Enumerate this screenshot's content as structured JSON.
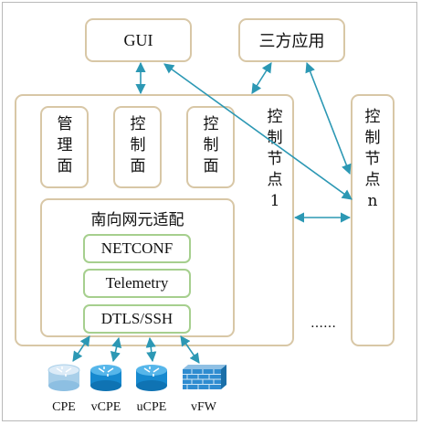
{
  "top": {
    "gui_label": "GUI",
    "third_party_label": "三方应用"
  },
  "node1": {
    "mgmt_plane": "管理面",
    "ctrl_plane_a": "控制面",
    "ctrl_plane_b": "控制面",
    "title": "控制节点1",
    "southbound": {
      "title": "南向网元适配",
      "protocols": [
        "NETCONF",
        "Telemetry",
        "DTLS/SSH"
      ]
    }
  },
  "noden": {
    "title": "控制节点n"
  },
  "ellipsis": "……",
  "devices": [
    {
      "label": "CPE",
      "icon": "router-icon"
    },
    {
      "label": "vCPE",
      "icon": "router-icon"
    },
    {
      "label": "uCPE",
      "icon": "router-icon"
    },
    {
      "label": "vFW",
      "icon": "firewall-icon"
    }
  ],
  "colors": {
    "arrow": "#2c98b4",
    "box_border": "#d8c7a6",
    "protocol_border": "#a6cf8e"
  }
}
